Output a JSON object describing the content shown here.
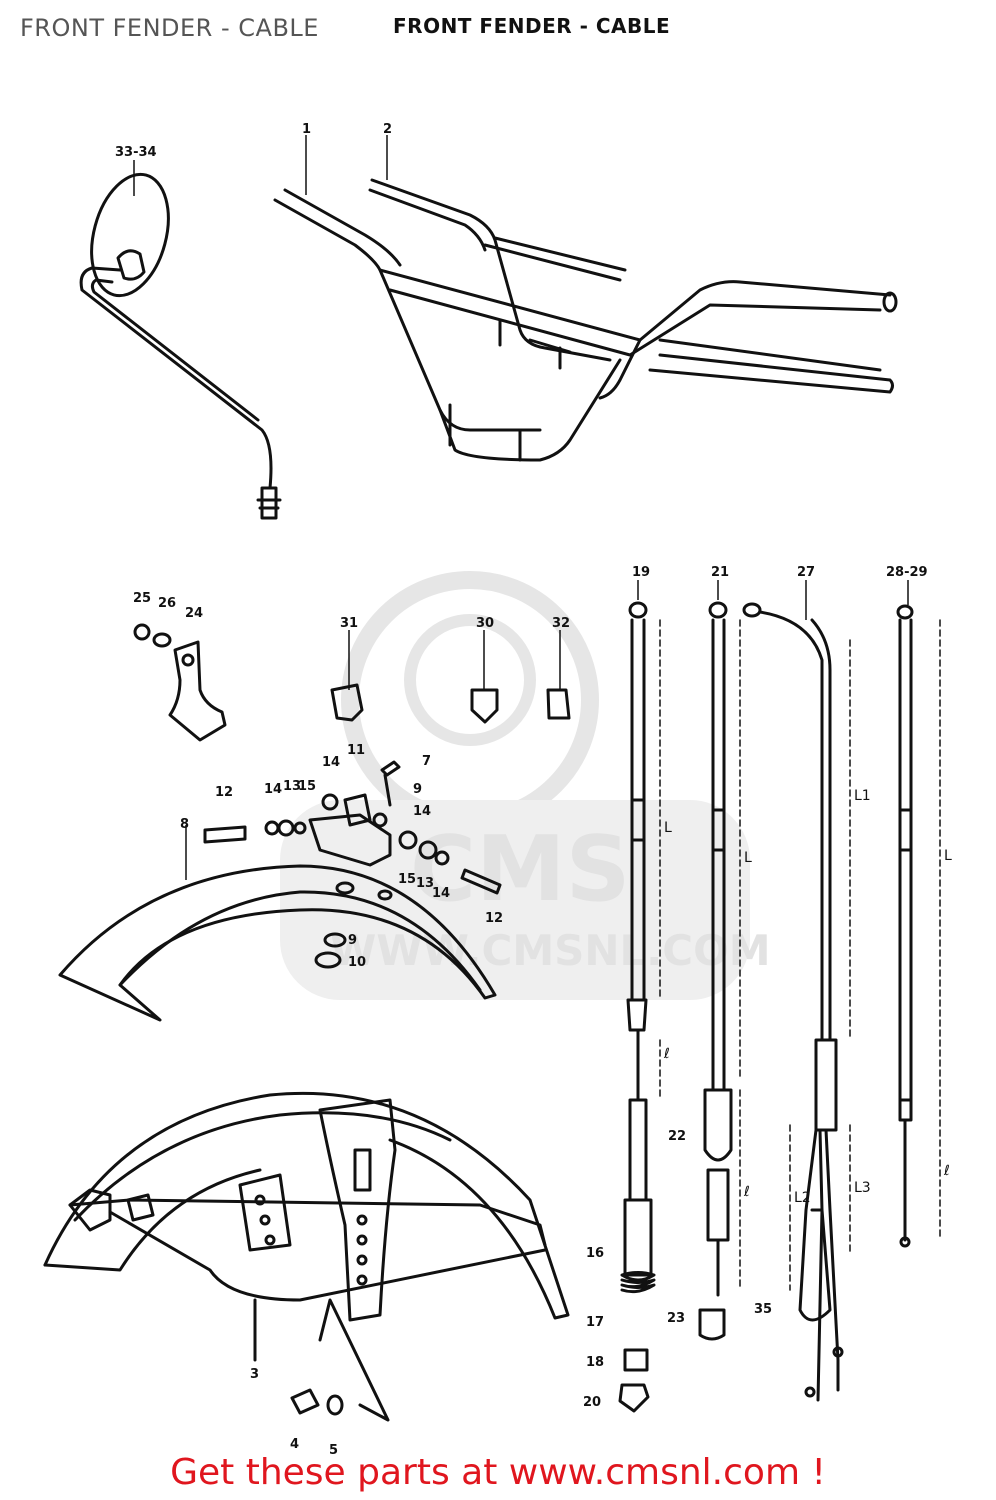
{
  "header": {
    "page_title": "FRONT FENDER - CABLE",
    "diagram_title": "FRONT FENDER - CABLE"
  },
  "watermark": {
    "logo_text": "CMS",
    "url_text": "WWW.CMSNL.COM"
  },
  "footer": {
    "link_text": "Get these parts at www.cmsnl.com !",
    "color": "#e0161e"
  },
  "callouts": [
    "33-34",
    "1",
    "2",
    "25",
    "26",
    "24",
    "31",
    "30",
    "32",
    "14",
    "11",
    "7",
    "9",
    "12",
    "14",
    "13",
    "15",
    "14",
    "8",
    "15",
    "13",
    "14",
    "12",
    "9",
    "10",
    "3",
    "4",
    "5",
    "19",
    "21",
    "27",
    "28-29",
    "22",
    "16",
    "17",
    "18",
    "23",
    "20",
    "35"
  ],
  "dimensions": [
    "L",
    "L",
    "L1",
    "L",
    "ℓ",
    "ℓ",
    "L2",
    "L3",
    "ℓ"
  ]
}
